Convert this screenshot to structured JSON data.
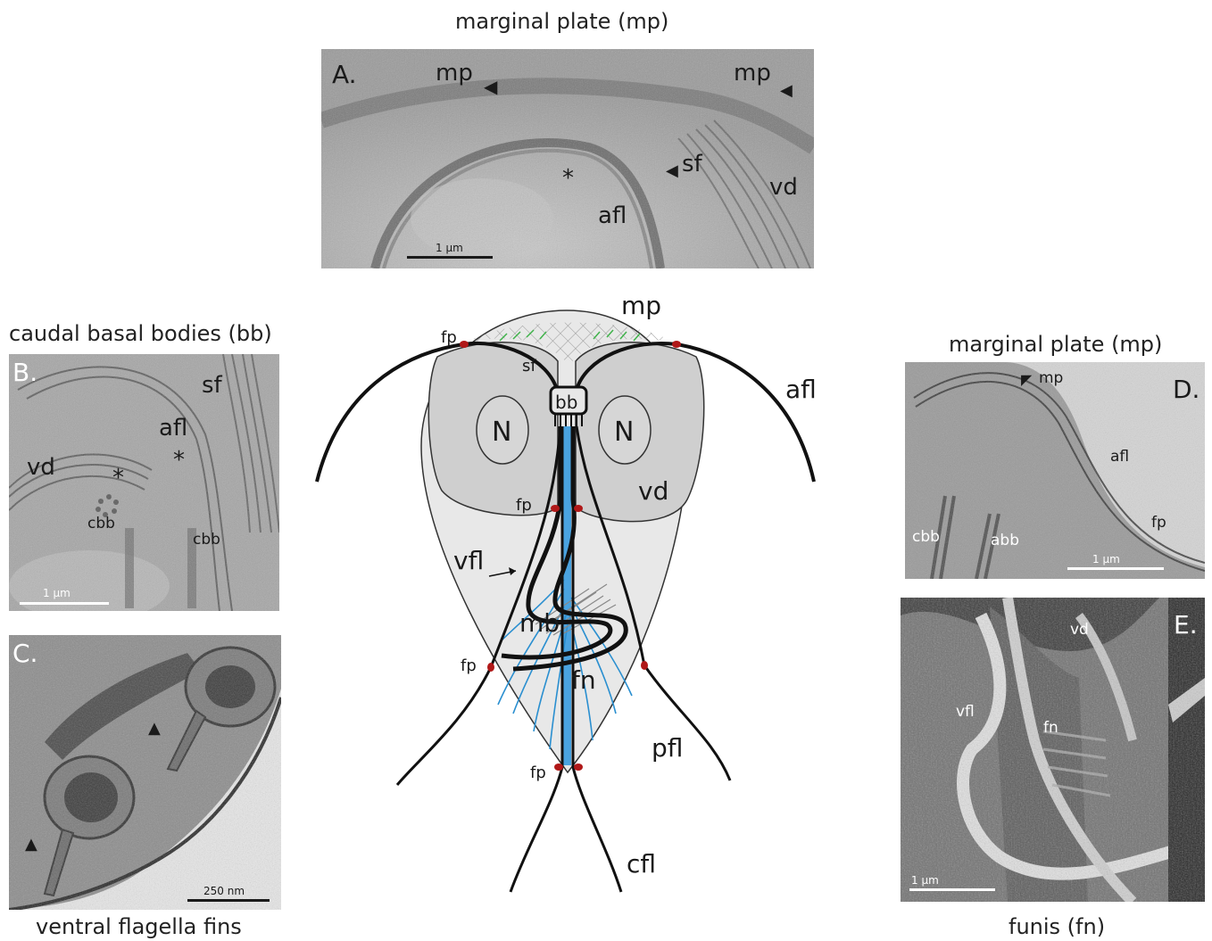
{
  "captions": {
    "top": "marginal plate (mp)",
    "left_b": "caudal basal bodies (bb)",
    "left_c": "ventral flagella fins",
    "right_d": "marginal plate (mp)",
    "right_e": "funis (fn)"
  },
  "panel_a": {
    "letter": "A.",
    "labels": {
      "mp1": "mp",
      "mp2": "mp",
      "sf": "sf",
      "vd": "vd",
      "afl": "afl",
      "star": "*"
    },
    "scale": "1 μm"
  },
  "panel_b": {
    "letter": "B.",
    "labels": {
      "sf": "sf",
      "afl": "afl",
      "vd": "vd",
      "star1": "*",
      "star2": "*",
      "cbb1": "cbb",
      "cbb2": "cbb"
    },
    "scale": "1 μm"
  },
  "panel_c": {
    "letter": "C.",
    "scale": "250 nm"
  },
  "panel_d": {
    "letter": "D.",
    "labels": {
      "mp": "mp",
      "afl": "afl",
      "fp": "fp",
      "cbb": "cbb",
      "abb": "abb"
    },
    "scale": "1 μm"
  },
  "panel_e": {
    "letter": "E.",
    "labels": {
      "vd": "vd",
      "vfl": "vfl",
      "fn": "fn"
    },
    "scale": "1 μm"
  },
  "diagram": {
    "mp": "mp",
    "sf": "sf",
    "bb": "bb",
    "N_left": "N",
    "N_right": "N",
    "vd": "vd",
    "afl": "afl",
    "vfl": "vfl",
    "mb": "mb",
    "fn": "fn",
    "pfl": "pfl",
    "cfl": "cfl",
    "fp_top": "fp",
    "fp_mid": "fp",
    "fp_low": "fp",
    "fp_tail": "fp"
  },
  "colors": {
    "body_fill": "#e8e8e8",
    "disc_fill": "#cfcfcf",
    "flagella": "#111111",
    "funis_blue": "#2a8fd0",
    "flagellar_pore_red": "#b01818",
    "supernumerary_green": "#3fb24a"
  }
}
